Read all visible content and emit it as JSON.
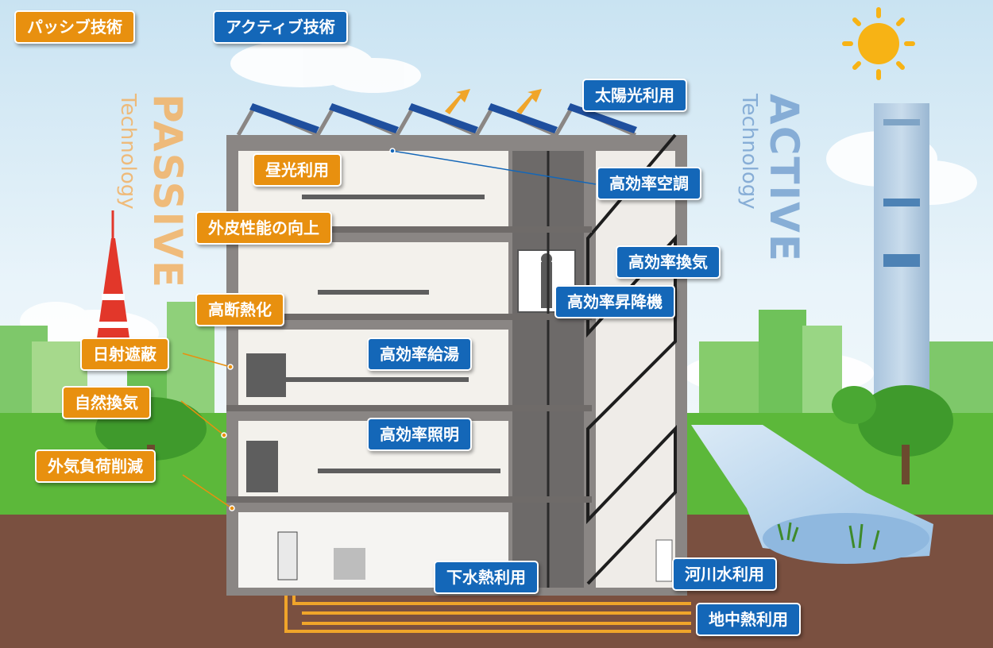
{
  "legend": {
    "passive_label": "パッシブ技術",
    "active_label": "アクティブ技術"
  },
  "side_titles": {
    "passive_big": "PASSIVE",
    "passive_small": "Technology",
    "active_big": "ACTIVE",
    "active_small": "Technology"
  },
  "passive_items": [
    "昼光利用",
    "外皮性能の向上",
    "高断熱化",
    "日射遮蔽",
    "自然換気",
    "外気負荷削減"
  ],
  "active_items": [
    "太陽光利用",
    "高効率空調",
    "高効率換気",
    "高効率昇降機",
    "高効率給湯",
    "高効率照明",
    "下水熱利用",
    "河川水利用",
    "地中熱利用"
  ],
  "colors": {
    "passive": "#e8900f",
    "active": "#1467b8",
    "sky": "#cfe6f3",
    "ground": "#7a5040",
    "grass": "#5cb83a",
    "building": "#8a8684",
    "river": "#a9cdea",
    "sun": "#f7b315"
  }
}
